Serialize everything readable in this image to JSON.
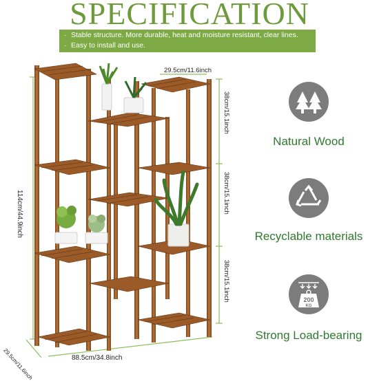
{
  "title": "SPECIFICATION",
  "banner": {
    "bullet": "·",
    "lines": [
      "Stable structure. More durable, heat and moisture resistant, clear lines.",
      "Easy to install and use."
    ]
  },
  "dimensions": {
    "top_depth": "29.5cm/11.6inch",
    "tier_right_1": "38cm/15.1inch",
    "tier_right_2": "38cm/15.1inch",
    "tier_right_3": "38cm/15.1inch",
    "total_height": "114cm/44.9inch",
    "bottom_width": "88.5cm/34.8inch",
    "bottom_depth": "29.5cm/11.6inch"
  },
  "features": [
    {
      "label": "Natural Wood",
      "icon": "trees-icon"
    },
    {
      "label": "Recyclable materials",
      "icon": "recycle-icon"
    },
    {
      "label": "Strong Load-bearing",
      "icon": "weight-icon",
      "weight_text": "200",
      "weight_unit": "KG"
    }
  ],
  "colors": {
    "accent_green": "#6d9a3a",
    "banner_green": "#7daa44",
    "label_green": "#2f7a2f",
    "icon_gray": "#7c7c7c",
    "wood": "#a0622d",
    "wood_dark": "#6b3a17",
    "dim_line": "#8bbf5a"
  }
}
